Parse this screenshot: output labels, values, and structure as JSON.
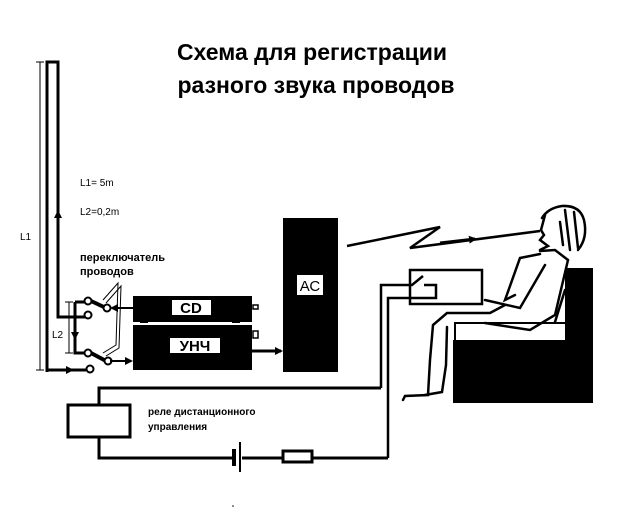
{
  "title": {
    "line1": "Схема для регистрации",
    "line2": "разного звука проводов"
  },
  "labels": {
    "l1_value": "L1= 5m",
    "l2_value": "L2=0,2m",
    "l1": "L1",
    "l2": "L2",
    "switch_line1": "переключатель",
    "switch_line2": "проводов",
    "relay_line1": "реле дистанционного",
    "relay_line2": "управления"
  },
  "blocks": {
    "cd": "CD",
    "amp": "УНЧ",
    "speaker": "АС"
  },
  "colors": {
    "ink": "#000000",
    "paper": "#ffffff"
  }
}
